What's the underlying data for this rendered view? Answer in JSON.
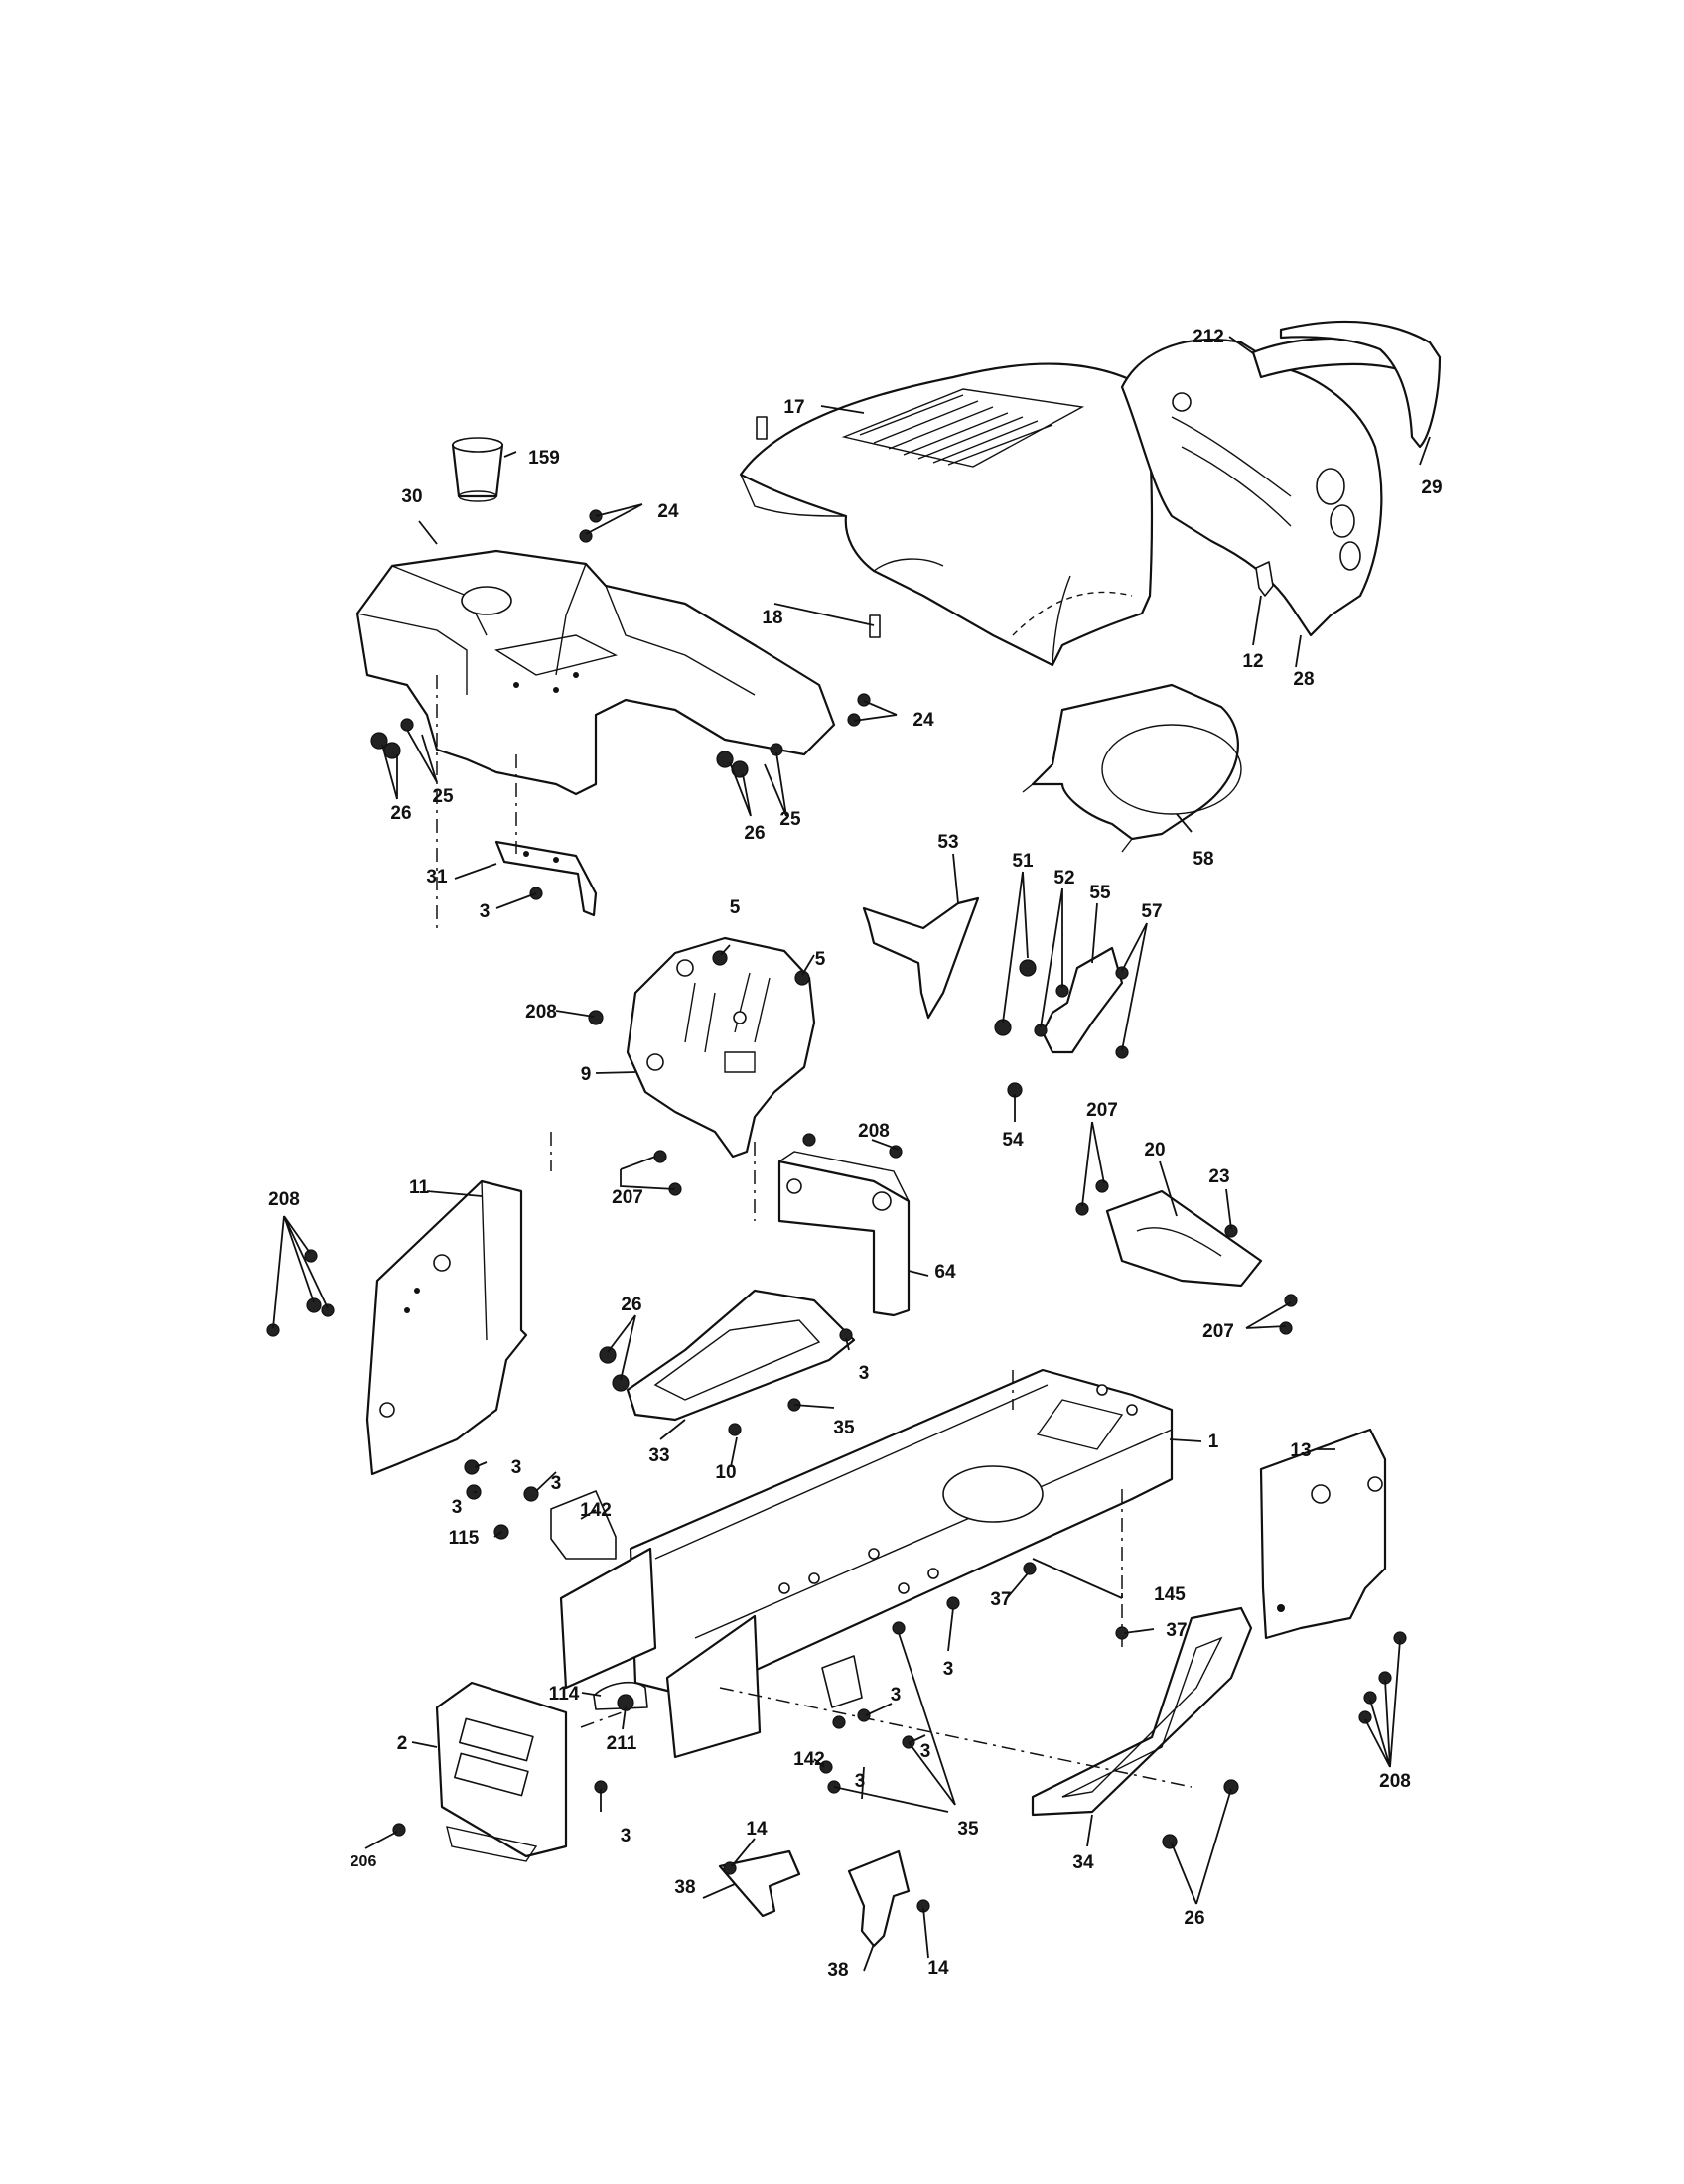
{
  "diagram": {
    "callouts": [
      {
        "label": "17"
      },
      {
        "label": "212"
      },
      {
        "label": "29"
      },
      {
        "label": "159"
      },
      {
        "label": "30"
      },
      {
        "label": "24"
      },
      {
        "label": "18"
      },
      {
        "label": "12"
      },
      {
        "label": "28"
      },
      {
        "label": "26"
      },
      {
        "label": "25"
      },
      {
        "label": "24"
      },
      {
        "label": "26"
      },
      {
        "label": "25"
      },
      {
        "label": "31"
      },
      {
        "label": "3"
      },
      {
        "label": "58"
      },
      {
        "label": "53"
      },
      {
        "label": "51"
      },
      {
        "label": "52"
      },
      {
        "label": "55"
      },
      {
        "label": "57"
      },
      {
        "label": "5"
      },
      {
        "label": "5"
      },
      {
        "label": "208"
      },
      {
        "label": "9"
      },
      {
        "label": "54"
      },
      {
        "label": "207"
      },
      {
        "label": "208"
      },
      {
        "label": "207"
      },
      {
        "label": "20"
      },
      {
        "label": "23"
      },
      {
        "label": "11"
      },
      {
        "label": "208"
      },
      {
        "label": "64"
      },
      {
        "label": "26"
      },
      {
        "label": "3"
      },
      {
        "label": "207"
      },
      {
        "label": "35"
      },
      {
        "label": "33"
      },
      {
        "label": "10"
      },
      {
        "label": "1"
      },
      {
        "label": "13"
      },
      {
        "label": "3"
      },
      {
        "label": "3"
      },
      {
        "label": "142"
      },
      {
        "label": "3"
      },
      {
        "label": "115"
      },
      {
        "label": "37"
      },
      {
        "label": "145"
      },
      {
        "label": "37"
      },
      {
        "label": "3"
      },
      {
        "label": "3"
      },
      {
        "label": "114"
      },
      {
        "label": "211"
      },
      {
        "label": "2"
      },
      {
        "label": "142"
      },
      {
        "label": "3"
      },
      {
        "label": "3"
      },
      {
        "label": "208"
      },
      {
        "label": "3"
      },
      {
        "label": "35"
      },
      {
        "label": "206"
      },
      {
        "label": "14"
      },
      {
        "label": "34"
      },
      {
        "label": "26"
      },
      {
        "label": "38"
      },
      {
        "label": "38"
      },
      {
        "label": "14"
      }
    ]
  }
}
